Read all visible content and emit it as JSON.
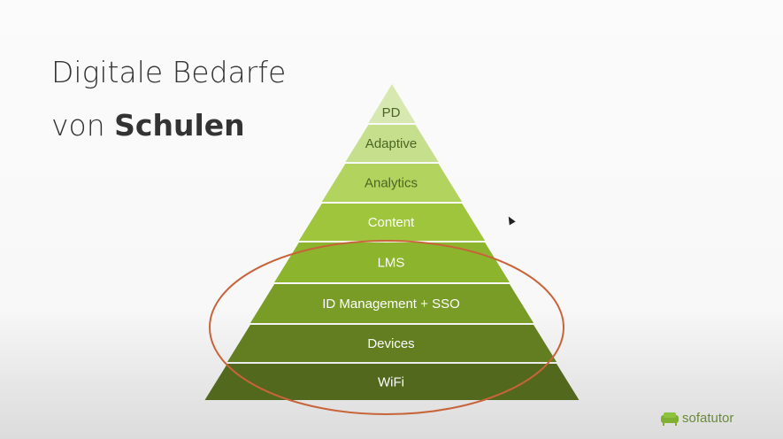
{
  "slide": {
    "title_line1": "Digitale Bedarfe",
    "title_line2_prefix": "von",
    "title_line2_bold": "Schulen"
  },
  "pyramid": {
    "levels": [
      {
        "label": "PD",
        "color": "#d7e8b0",
        "text_color": "#4b6623"
      },
      {
        "label": "Adaptive",
        "color": "#c6df8c",
        "text_color": "#4b6623"
      },
      {
        "label": "Analytics",
        "color": "#b2d35d",
        "text_color": "#4b6623"
      },
      {
        "label": "Content",
        "color": "#9ec53b",
        "text_color": "#ffffff"
      },
      {
        "label": "LMS",
        "color": "#8cb42d",
        "text_color": "#ffffff"
      },
      {
        "label": "ID Management + SSO",
        "color": "#799c27",
        "text_color": "#ffffff"
      },
      {
        "label": "Devices",
        "color": "#637e21",
        "text_color": "#ffffff"
      },
      {
        "label": "WiFi",
        "color": "#52681c",
        "text_color": "#ffffff"
      }
    ],
    "highlight_color": "#c8643a"
  },
  "logo": {
    "text": "sofatutor",
    "color": "#7fb033"
  }
}
